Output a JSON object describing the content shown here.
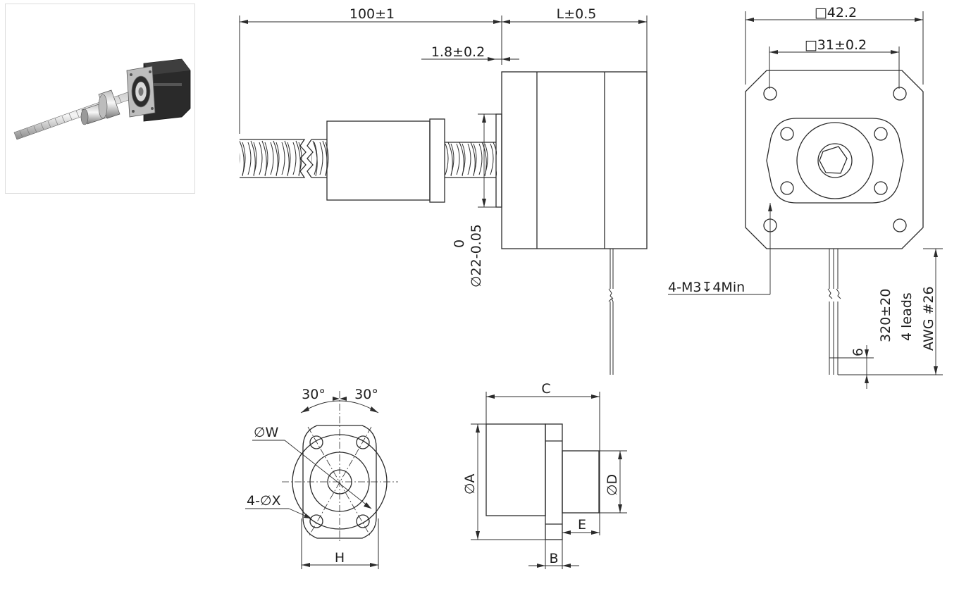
{
  "product_photo": {
    "alt": "lead screw stepper motor"
  },
  "side_view": {
    "length_screw": "100±1",
    "length_body": "L±0.5",
    "boss_height": "1.8±0.2",
    "boss_diameter_tol": "0",
    "boss_diameter": "∅22-0.05"
  },
  "front_view": {
    "frame_size": "□42.2",
    "hole_pitch": "□31±0.2",
    "mount_holes": "4-M3↧4Min",
    "lead_length": "320±20",
    "lead_count": "4 leads",
    "lead_gauge": "AWG #26",
    "lead_strip": "6"
  },
  "nut_front_view": {
    "angle_left": "30°",
    "angle_right": "30°",
    "bolt_circle": "∅W",
    "holes": "4-∅X",
    "width": "H"
  },
  "nut_side_view": {
    "length": "C",
    "flange_diameter": "∅A",
    "body_diameter": "∅D",
    "shoulder": "E",
    "flange_thickness": "B"
  }
}
